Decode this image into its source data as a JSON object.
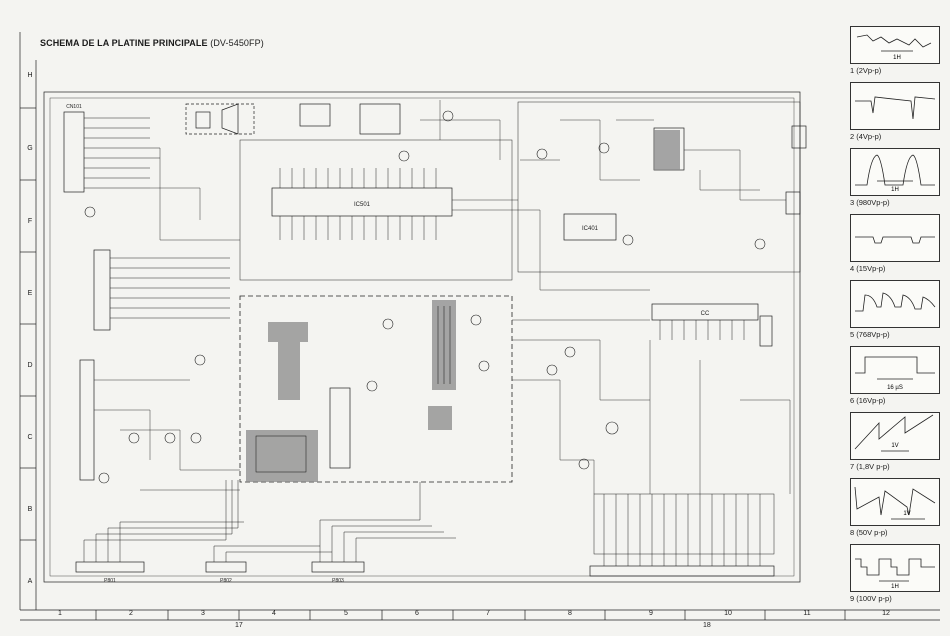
{
  "title": {
    "main": "SCHEMA DE LA PLATINE PRINCIPALE",
    "model": "(DV-5450FP)"
  },
  "row_labels": [
    "H",
    "G",
    "F",
    "E",
    "D",
    "C",
    "B",
    "A"
  ],
  "col_labels": [
    "1",
    "2",
    "3",
    "4",
    "5",
    "6",
    "7",
    "8",
    "9",
    "10",
    "11",
    "12"
  ],
  "page_numbers": [
    "17",
    "18"
  ],
  "waveforms": [
    {
      "caption": "1 (2Vp-p)",
      "marker": "1H"
    },
    {
      "caption": "2 (4Vp-p)",
      "marker": ""
    },
    {
      "caption": "3 (980Vp-p)",
      "marker": "1H"
    },
    {
      "caption": "4 (15Vp-p)",
      "marker": ""
    },
    {
      "caption": "5 (768Vp-p)",
      "marker": ""
    },
    {
      "caption": "6 (16Vp-p)",
      "marker": "16 µS"
    },
    {
      "caption": "7 (1,8V p-p)",
      "marker": "1V"
    },
    {
      "caption": "8 (50V p-p)",
      "marker": "1V"
    },
    {
      "caption": "9 (100V p-p)",
      "marker": "1H"
    }
  ],
  "blocks": {
    "ic_main_label": "IC501",
    "ic_right_label": "IC401",
    "cc_label": "CC",
    "connector_left_top": "CN101",
    "connector_bottom_left": "P801",
    "connector_bottom_mid": "P802",
    "connector_bottom_right": "P803"
  },
  "colors": {
    "ink": "#1b1b1b",
    "paper": "#f4f4f1",
    "shade": "#8a8a8a"
  }
}
